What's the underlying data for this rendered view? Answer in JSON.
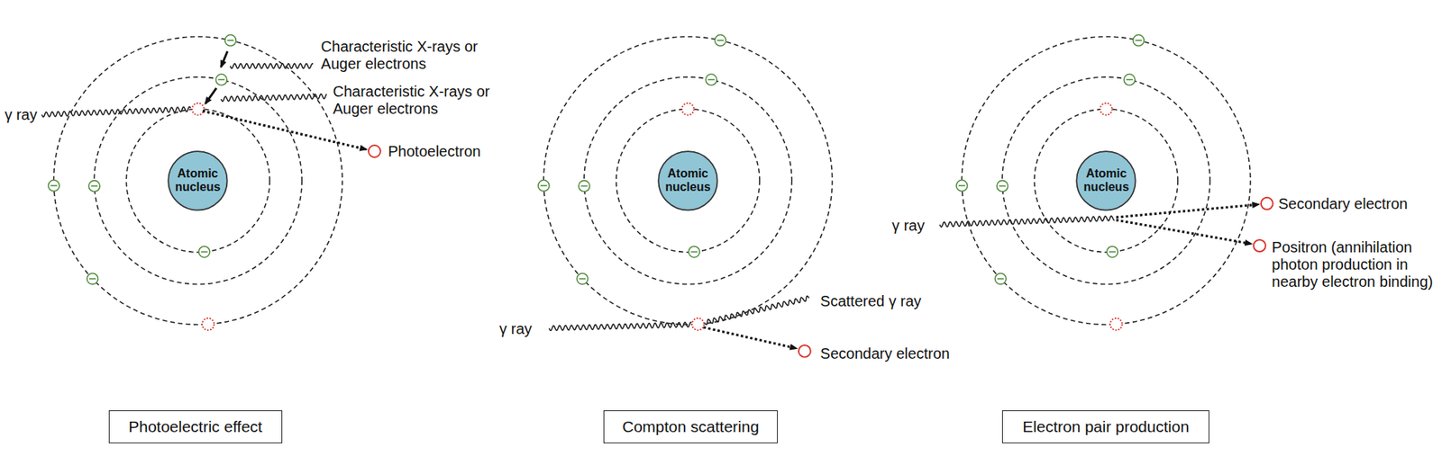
{
  "diagram": {
    "nodes": [
      {
        "text": [
          "Atomic nucleus"
        ]
      },
      {
        "text": [
          "Atomic nucleus"
        ]
      },
      {
        "text": [
          "Atomic nucleus"
        ]
      },
      {
        "text": [
          "Photoelectric effect"
        ]
      },
      {
        "text": [
          "Compton scattering"
        ]
      },
      {
        "text": [
          "Electron pair production"
        ]
      }
    ],
    "labels": [
      "Characteristic X-rays or Auger electrons",
      "Characteristic X-rays or Auger electrons",
      "γ ray",
      "Photoelectron",
      "γ ray",
      "Scattered γ ray",
      "Secondary electron",
      "γ ray",
      "Secondary electron",
      "Positron (annihilation photon production in nearby electron binding)"
    ]
  }
}
